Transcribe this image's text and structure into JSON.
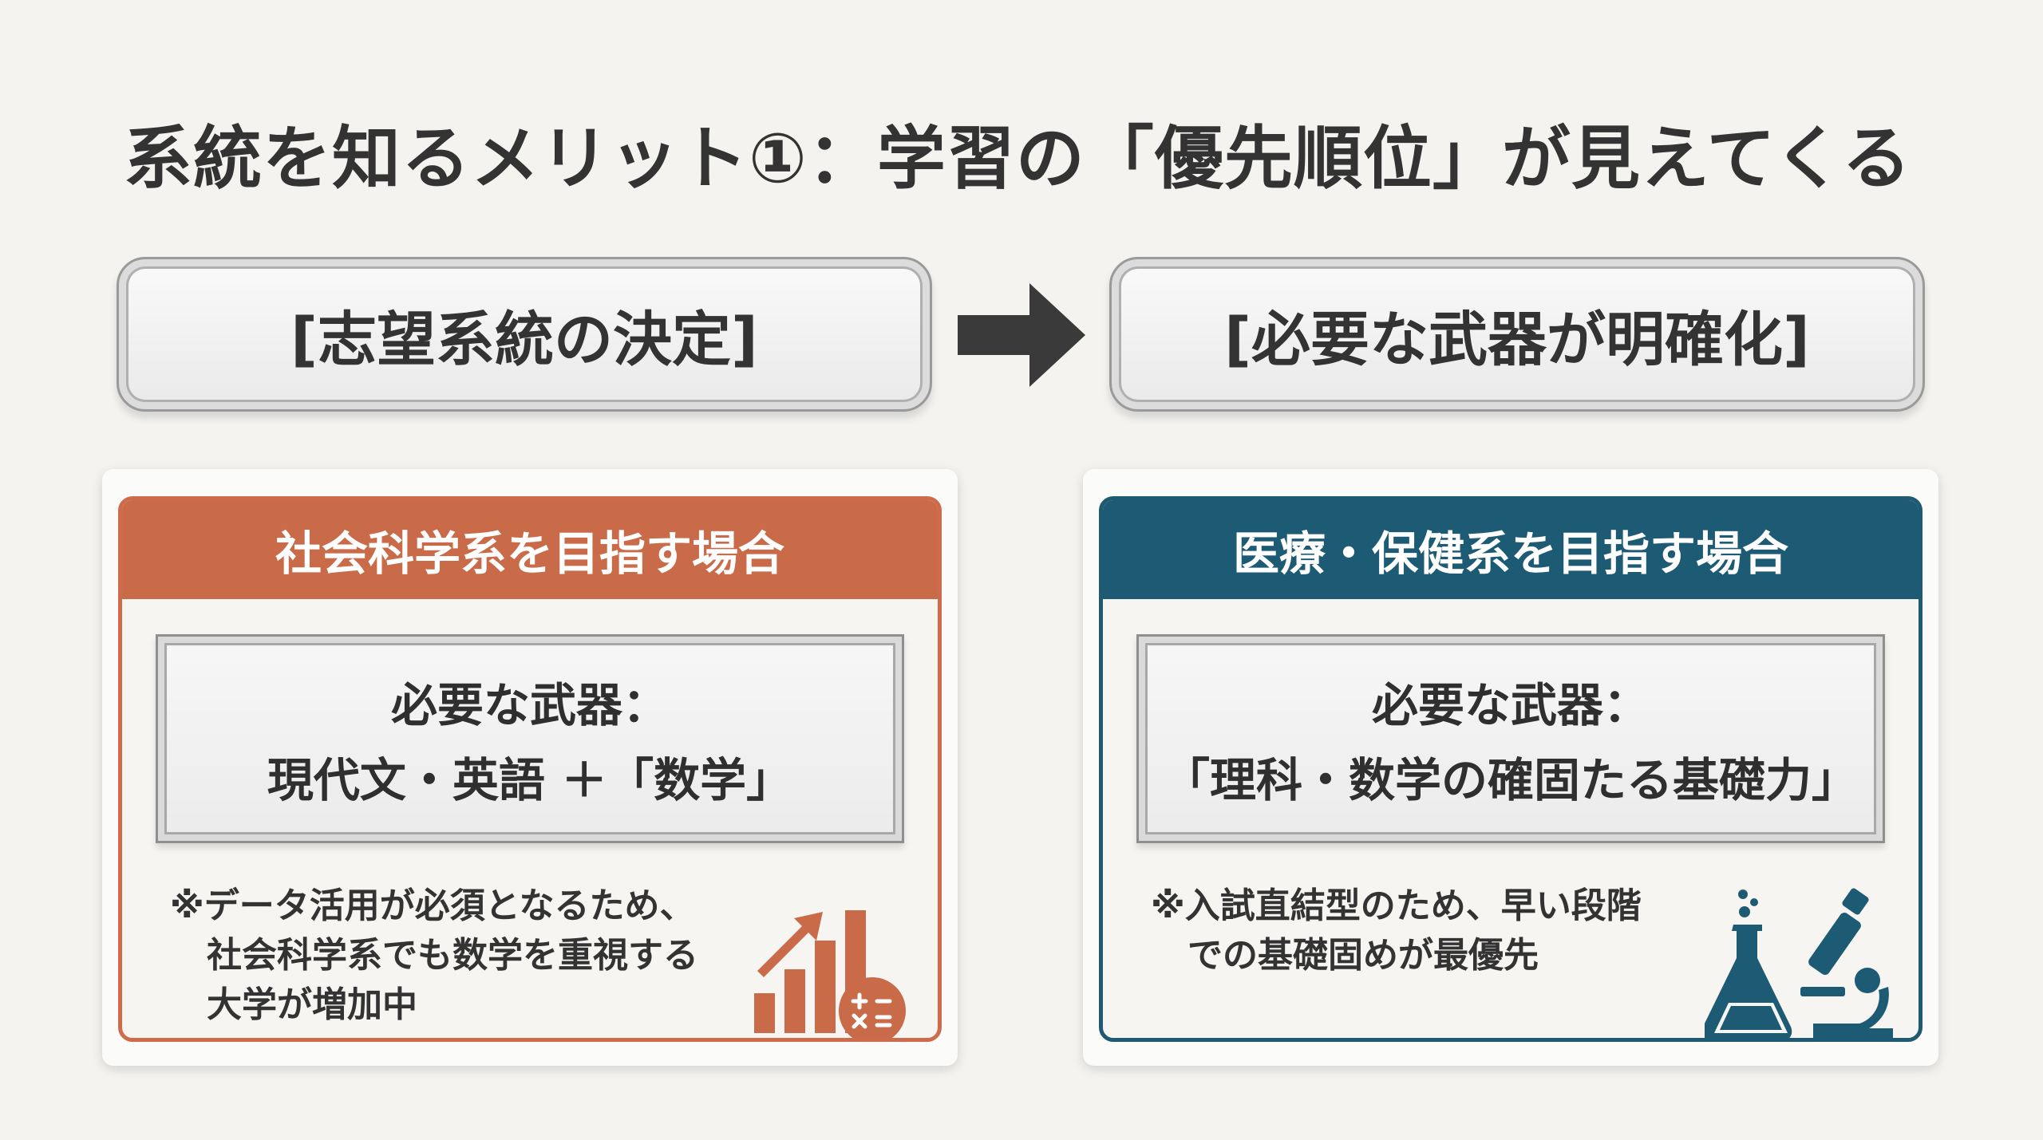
{
  "title": "系統を知るメリット①：学習の「優先順位」が見えてくる",
  "flow": {
    "left_label": "[志望系統の決定]",
    "right_label": "[必要な武器が明確化]",
    "arrow_icon": "right-arrow-icon"
  },
  "cards": [
    {
      "header": "社会科学系を目指す場合",
      "weapon_line1": "必要な武器：",
      "weapon_line2": "現代文・英語 ＋「数学」",
      "note_line1": "※データ活用が必須となるため、",
      "note_line2": "社会科学系でも数学を重視する",
      "note_line3": "大学が増加中",
      "icon": "growth-chart-math-icon",
      "accent": "#c96a48"
    },
    {
      "header": "医療・保健系を目指す場合",
      "weapon_line1": "必要な武器：",
      "weapon_line2": "「理科・数学の確固たる基礎力」",
      "note_line1": "※入試直結型のため、早い段階",
      "note_line2": "での基礎固めが最優先",
      "icon": "flask-microscope-icon",
      "accent": "#1d5a74"
    }
  ]
}
